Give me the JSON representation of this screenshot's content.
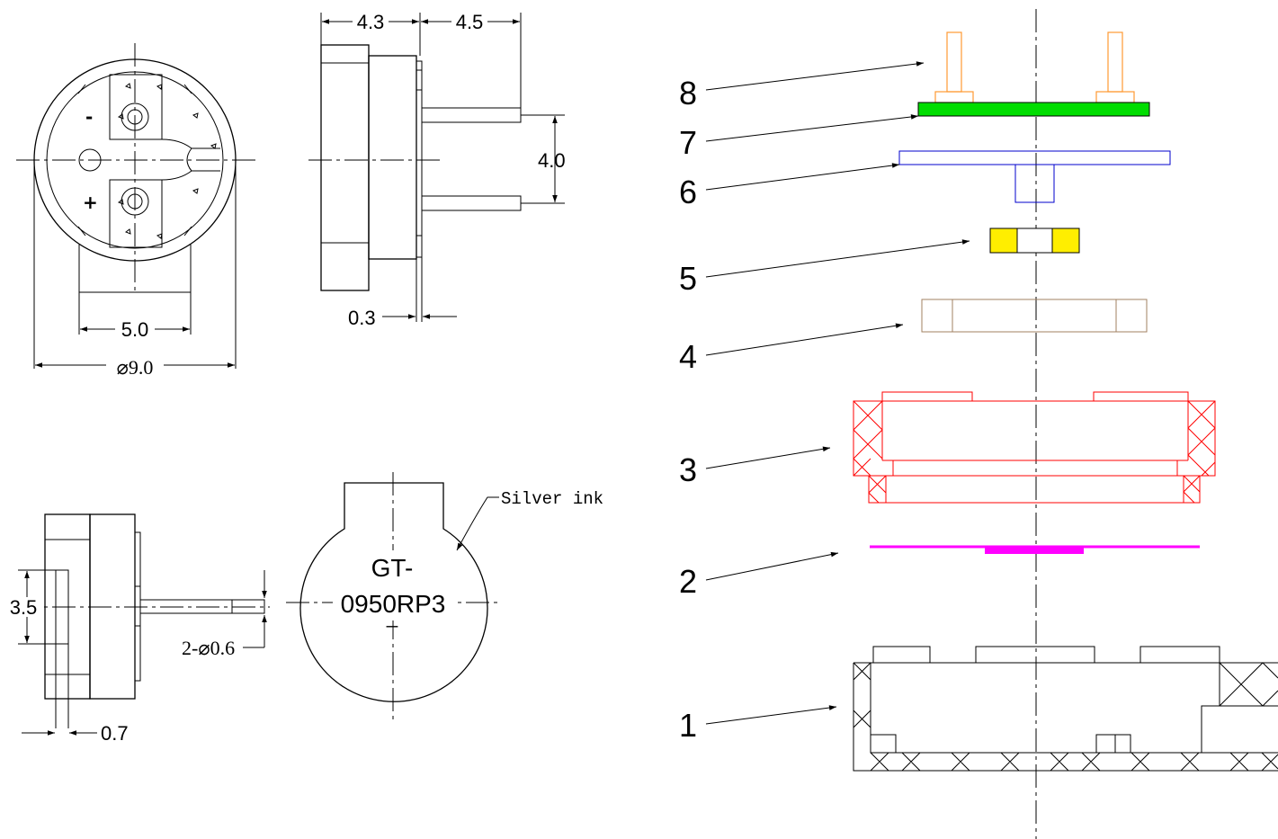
{
  "colors": {
    "pin": "#ff9933",
    "pcb": "#00dd00",
    "spacer": "#0000cc",
    "coil": "#ffee00",
    "magnet": "#a08060",
    "housing": "#ff0000",
    "diaphragm": "#ff00ff",
    "line": "#000000"
  },
  "front_view": {
    "minus": "-",
    "plus": "+",
    "dim_width": "5.0",
    "dim_diameter": "⌀9.0"
  },
  "side_view": {
    "dim_depth": "4.3",
    "dim_pin_length": "4.5",
    "dim_pin_spacing": "4.0",
    "dim_thickness": "0.3"
  },
  "bottom_side_view": {
    "dim_height": "3.5",
    "dim_pin": "2-⌀0.6",
    "dim_offset": "0.7"
  },
  "top_view": {
    "marking_line1": "GT-",
    "marking_line2": "0950RP3",
    "marking_dash": "_",
    "callout": "Silver ink"
  },
  "exploded_view": {
    "part_labels": [
      "1",
      "2",
      "3",
      "4",
      "5",
      "6",
      "7",
      "8"
    ]
  }
}
